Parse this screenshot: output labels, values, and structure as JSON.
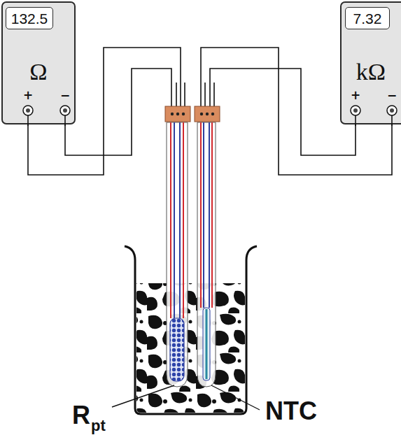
{
  "diagram": {
    "nodes": [
      {
        "text": [
          "Ω",
          "+",
          "−"
        ]
      },
      {
        "text": [
          "132.5"
        ],
        "in": 0
      },
      {
        "text": [
          "kΩ",
          "+",
          "−"
        ]
      },
      {
        "text": [
          "7.32"
        ],
        "in": 2
      }
    ],
    "labels": [
      "R",
      "pt",
      "NTC"
    ]
  }
}
